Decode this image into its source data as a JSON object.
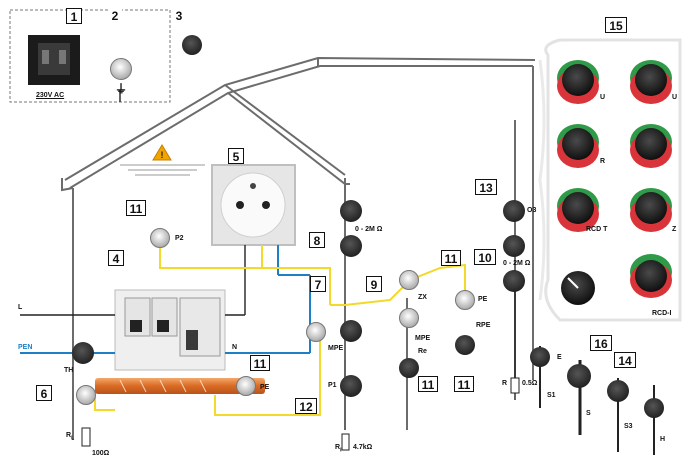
{
  "callouts": [
    "1",
    "2",
    "3",
    "4",
    "5",
    "6",
    "7",
    "8",
    "9",
    "10",
    "11",
    "11",
    "11",
    "11",
    "11",
    "12",
    "13",
    "14",
    "15",
    "16"
  ],
  "labels": {
    "supply": "230V AC",
    "pe_symbol": "⏚",
    "p2": "P2",
    "l": "L",
    "n": "N",
    "pen": "PEN",
    "th": "TH",
    "pe_right": "PE",
    "r_load": "R",
    "r_load_sub": "L",
    "load_val": "100Ω",
    "mpe": "MPE",
    "p1": "P1",
    "r_iso": "R",
    "r_iso_sub": "I",
    "iso_val": "4.7kΩ",
    "zero_ohm": "0 - 2M Ω",
    "ohm_9": "ZX",
    "re": "Re",
    "rpe": "RPE",
    "mpe2": "MPE",
    "pe2": "PE",
    "ohm_10": "0 - 2M Ω",
    "r_earth": "R",
    "r_earth_val": "0.5Ω",
    "s1": "S1",
    "s2": "S",
    "s3": "S3",
    "h": "H",
    "e": "E",
    "o3": "O3",
    "btn_u1": "U",
    "btn_u2": "U",
    "btn_rn": "R",
    "btn_rcd": "RCD T",
    "btn_z": "Z",
    "btn_rcd2": "RCD-I"
  },
  "colors": {
    "outline": "#6c6c6c",
    "wire_blue": "#1d7fc7",
    "wire_yellow": "#f2d92a",
    "heater": "#e07b35",
    "btn_green": "#2f9a48",
    "btn_red": "#d8343a",
    "warning": "#f0a500"
  },
  "icons": [
    "warning-icon",
    "ground-icon",
    "terminal-icon",
    "socket-icon",
    "switch-icon",
    "knob-icon",
    "resistor-icon"
  ]
}
